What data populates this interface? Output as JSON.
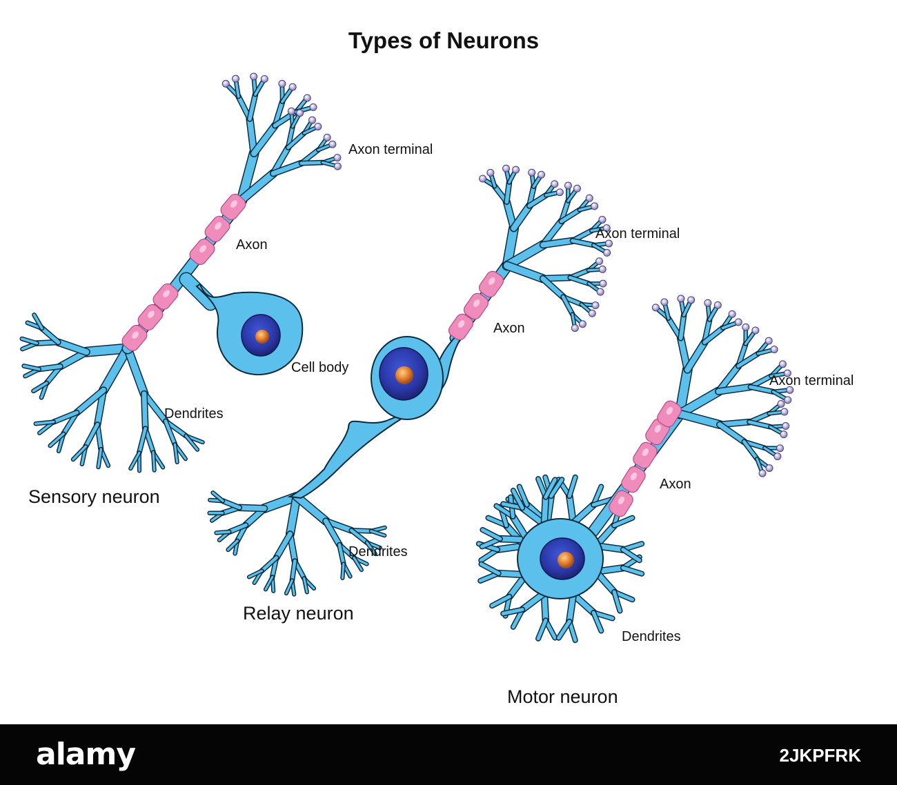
{
  "title": "Types of Neurons",
  "neurons": {
    "sensory": {
      "name": "Sensory neuron",
      "axon_terminal": "Axon terminal",
      "axon": "Axon",
      "cell_body": "Cell body",
      "dendrites": "Dendrites"
    },
    "relay": {
      "name": "Relay neuron",
      "axon_terminal": "Axon terminal",
      "axon": "Axon",
      "dendrites": "Dendrites"
    },
    "motor": {
      "name": "Motor neuron",
      "axon_terminal": "Axon terminal",
      "axon": "Axon",
      "dendrites": "Dendrites"
    }
  },
  "footer": {
    "brand": "alamy",
    "image_id": "2JKPFRK"
  },
  "colors": {
    "membrane": "#5bc0ec",
    "membrane_outline": "#0b2b3c",
    "myelin": "#f08cbc",
    "nucleus": "#2d3fb3",
    "nucleolus": "#e07a2a",
    "terminal_bulb": "#9b8cc8"
  }
}
